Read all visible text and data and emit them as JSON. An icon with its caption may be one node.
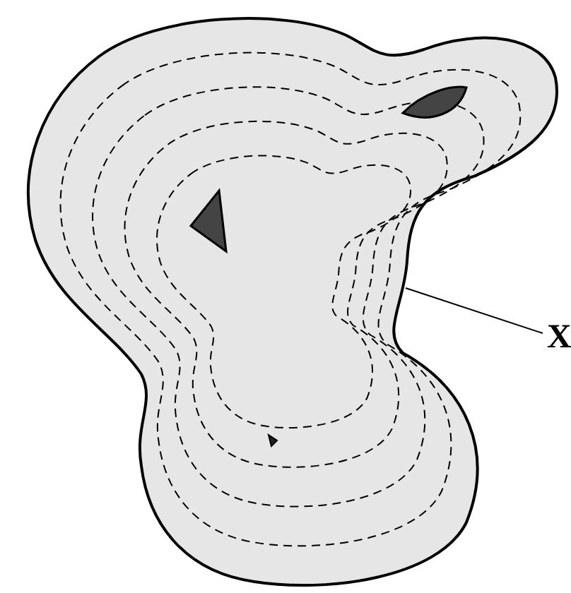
{
  "diagram": {
    "nodes": [
      {
        "text": [
          "X"
        ]
      },
      {
        "text": [],
        "shape": "picture"
      }
    ],
    "edges": [
      {
        "from": 0,
        "to": 1,
        "arrow": "none"
      }
    ]
  }
}
